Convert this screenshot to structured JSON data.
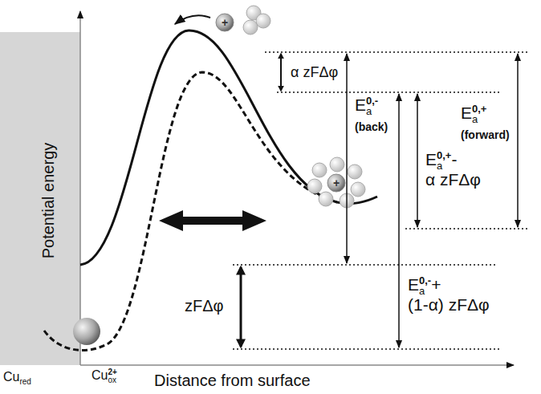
{
  "diagram": {
    "labels": [
      "Potential energy",
      "Distance from surface",
      "Cu",
      "red",
      "Cu",
      "ox",
      "2+",
      "α zFΔφ",
      "E",
      "a",
      "0,-",
      "(back)",
      "E",
      "a",
      "0,+",
      "(forward)",
      "E",
      "a",
      "0,+",
      "-",
      "α zFΔφ",
      "zFΔφ",
      "E",
      "a",
      "0,-",
      "+",
      "(1-α) zFΔφ",
      "+",
      "+"
    ]
  }
}
